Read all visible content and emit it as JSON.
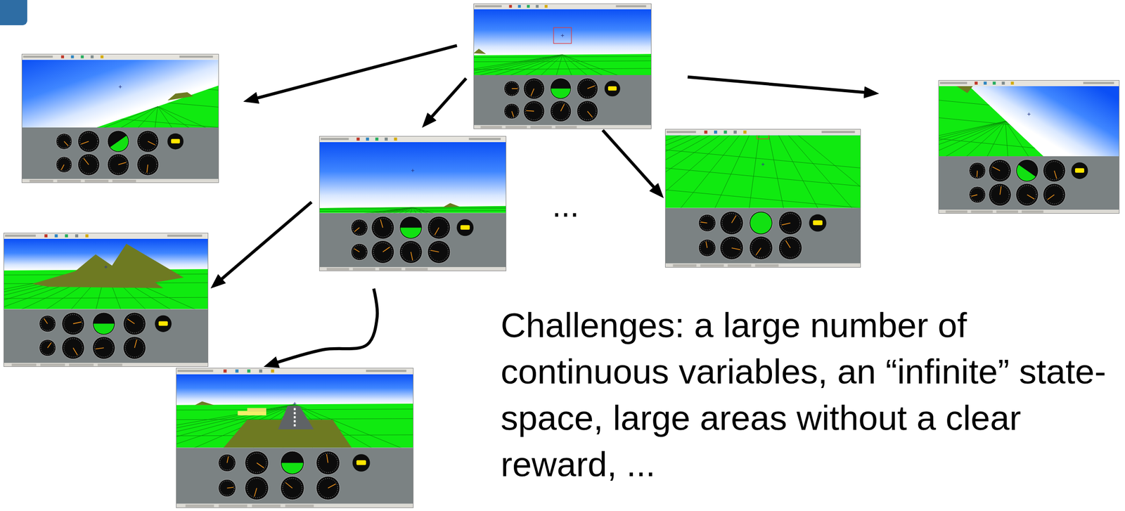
{
  "diagram": {
    "nodes": [
      {
        "text": []
      },
      {
        "text": []
      },
      {
        "text": []
      },
      {
        "text": []
      },
      {
        "text": []
      },
      {
        "text": []
      },
      {
        "text": []
      }
    ],
    "edges": [
      {
        "from": 0,
        "to": 1,
        "arrow": "to"
      },
      {
        "from": 0,
        "to": 3,
        "arrow": "to"
      },
      {
        "from": 0,
        "to": 4,
        "arrow": "to"
      },
      {
        "from": 0,
        "to": 2,
        "arrow": "to"
      },
      {
        "from": 3,
        "to": 5,
        "arrow": "to"
      },
      {
        "from": 3,
        "to": 6,
        "arrow": "to"
      }
    ],
    "labels": [
      "...",
      "Challenges: a large number of continuous variables, an “infinite” state-space, large areas without a clear reward, ..."
    ]
  }
}
